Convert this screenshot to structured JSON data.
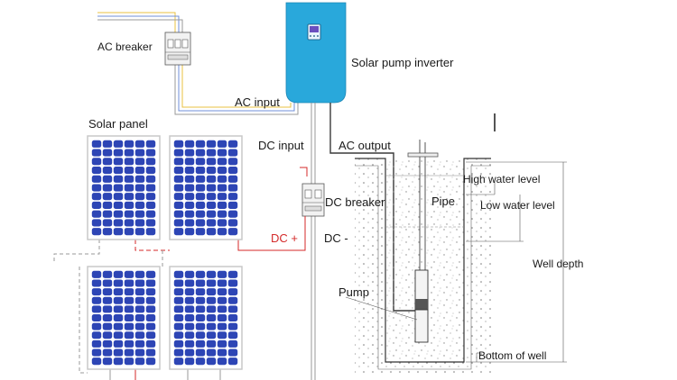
{
  "labels": {
    "ac_breaker": "AC breaker",
    "solar_pump_inverter": "Solar pump inverter",
    "ac_input": "AC input",
    "solar_panel": "Solar panel",
    "dc_input": "DC input",
    "ac_output": "AC output",
    "dc_breaker": "DC breaker",
    "dc_plus": "DC +",
    "dc_minus": "DC -",
    "pipe": "Pipe",
    "high_water_level": "High water level",
    "low_water_level": "Low water level",
    "well_depth": "Well depth",
    "pump": "Pump",
    "bottom_of_well": "Bottom of well"
  },
  "colors": {
    "inverter": "#29a8db",
    "panel_cell": "#2d45b5",
    "panel_frame": "#c9c9c9",
    "dc_positive": "#d42a2a",
    "wire": "#9a9a9a",
    "ac_wire_yellow": "#e8c040",
    "ac_wire_blue": "#6f8fd8"
  },
  "panels": {
    "rows": 11,
    "cols": 6
  }
}
